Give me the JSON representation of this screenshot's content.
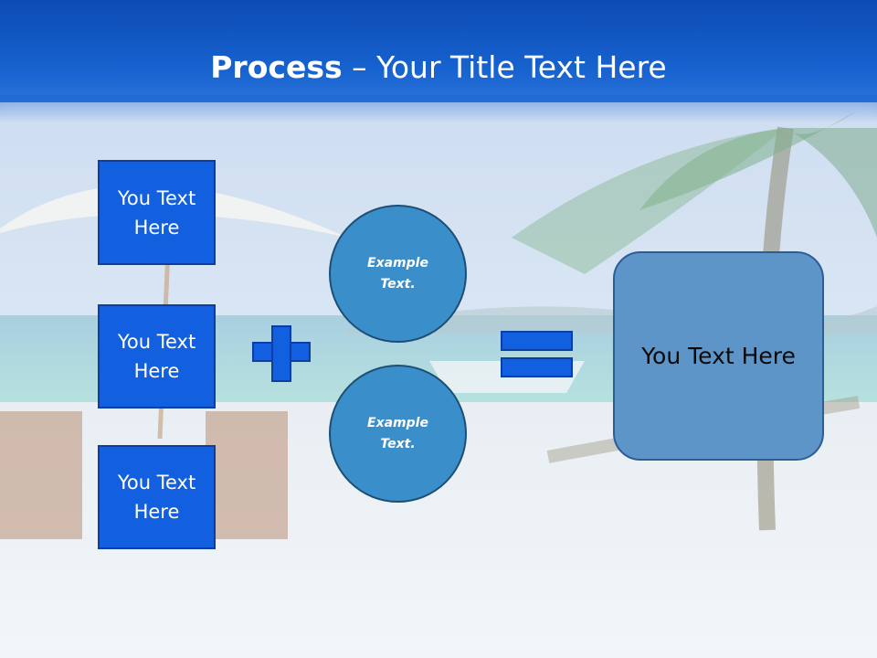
{
  "header": {
    "title_bold": "Process",
    "title_rest": " – Your Title Text Here"
  },
  "left_boxes": [
    {
      "label": "You Text Here"
    },
    {
      "label": "You Text Here"
    },
    {
      "label": "You Text Here"
    }
  ],
  "circles": [
    {
      "label": "Example Text."
    },
    {
      "label": "Example Text."
    }
  ],
  "result": {
    "label": "You Text Here"
  },
  "colors": {
    "header": "#1763d0",
    "box_fill": "#1260e0",
    "circle_fill": "#3a8ec9",
    "result_fill": "#5e95c9"
  },
  "icons": [
    "plus-icon",
    "equals-icon"
  ]
}
